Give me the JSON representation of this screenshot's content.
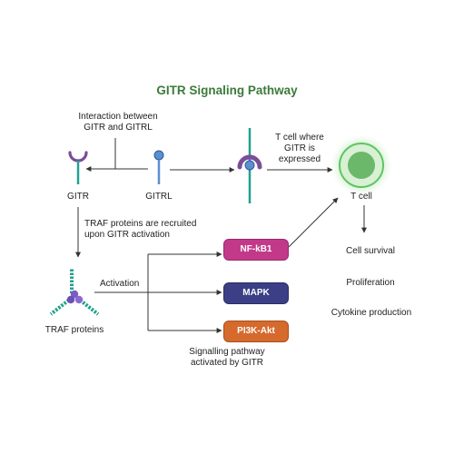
{
  "title": "GITR Signaling Pathway",
  "labels": {
    "interaction": "Interaction between\nGITR and GITRL",
    "tcell_where": "T cell where\nGITR is\nexpressed",
    "gitr": "GITR",
    "gitrl": "GITRL",
    "tcell": "T cell",
    "traf_recruited": "TRAF proteins are recruited\nupon GITR activation",
    "activation": "Activation",
    "traf_proteins": "TRAF proteins",
    "signalling": "Signalling pathway\nactivated by GITR"
  },
  "pathways": [
    {
      "label": "NF-kB1",
      "color": "#c2398a"
    },
    {
      "label": "MAPK",
      "color": "#3b3f86"
    },
    {
      "label": "PI3K-Akt",
      "color": "#d56a2c"
    }
  ],
  "outcomes": [
    "Cell survival",
    "Proliferation",
    "Cytokine production"
  ],
  "colors": {
    "title": "#3b7a3a",
    "receptor": "#7b4d99",
    "ligand": "#5b8fd0",
    "teal": "#24a08f",
    "traf_core": "#7b5cc4",
    "tcell_glow": "#5ec560",
    "tcell_nucleus": "#6bb86a"
  }
}
